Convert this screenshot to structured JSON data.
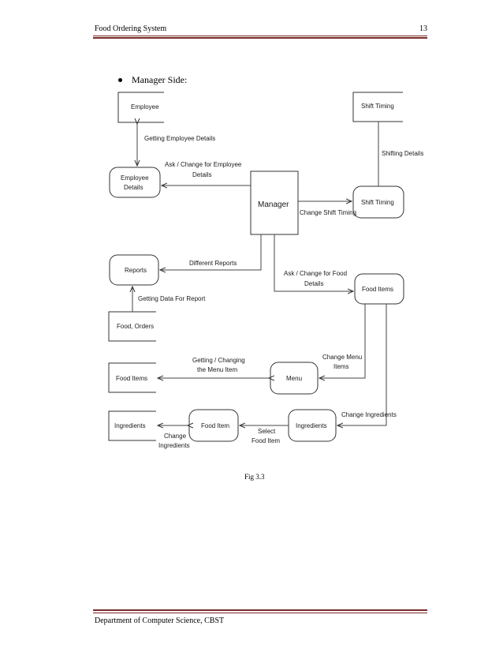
{
  "header": {
    "title": "Food Ordering System",
    "page_number": "13"
  },
  "section": {
    "bullet_text": "Manager Side:"
  },
  "diagram": {
    "nodes": {
      "manager": "Manager",
      "employee_store": "Employee",
      "employee_details": [
        "Employee",
        "Details"
      ],
      "shift_timing_store": "Shift Timing",
      "shift_timing_process": "Shift Timing",
      "reports": "Reports",
      "food_orders_store": "Food, Orders",
      "food_items_process": "Food Items",
      "food_items_store": "Food Items",
      "menu": "Menu",
      "ingredients_store": "Ingredients",
      "food_item_process": "Food Item",
      "ingredients_process": "Ingredients"
    },
    "flows": {
      "getting_employee_details": "Getting Employee Details",
      "ask_change_employee": [
        "Ask / Change for Employee",
        "Details"
      ],
      "shifting_details": "Shifting Details",
      "change_shift_timing": "Change Shift Timing",
      "different_reports": "Different Reports",
      "getting_data_for_report": "Getting Data For Report",
      "ask_change_food": [
        "Ask / Change for Food",
        "Details"
      ],
      "getting_changing_menu": [
        "Getting / Changing",
        "the Menu Item"
      ],
      "change_menu_items": [
        "Change Menu",
        "Items"
      ],
      "change_ingredients": "Change Ingredients",
      "select_food_item": [
        "Select",
        "Food Item"
      ],
      "change_ingredients_2": [
        "Change",
        "Ingredients"
      ]
    }
  },
  "caption": "Fig 3.3",
  "footer": {
    "text": "Department of Computer Science, CBST"
  }
}
